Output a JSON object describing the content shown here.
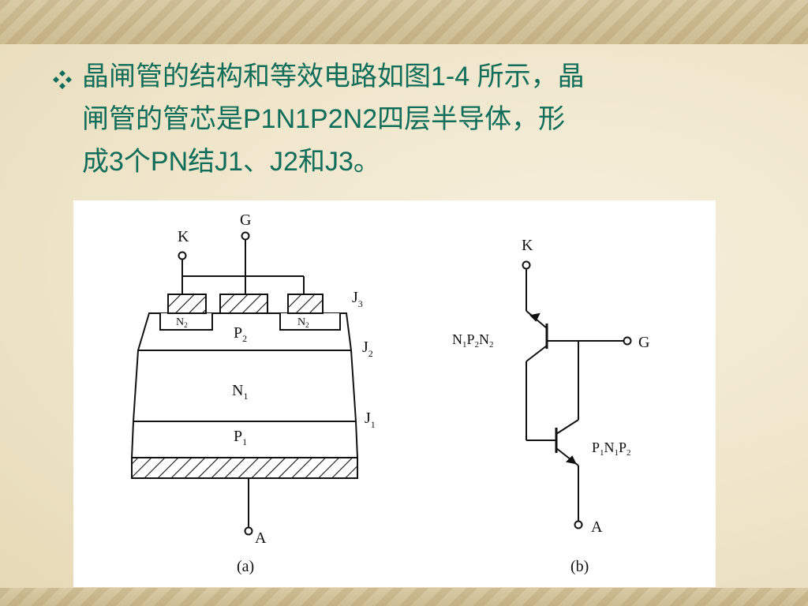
{
  "slide": {
    "lines": [
      "晶闸管的结构和等效电路如图1-4 所示，晶",
      "闸管的管芯是P1N1P2N2四层半导体，形",
      "成3个PN结J1、J2和J3。"
    ]
  },
  "figure_a": {
    "terminal_k": "K",
    "terminal_g": "G",
    "terminal_a": "A",
    "layer_p2": "P",
    "layer_p2_sub": "2",
    "layer_n1": "N",
    "layer_n1_sub": "1",
    "layer_p1": "P",
    "layer_p1_sub": "1",
    "region_n2_left": "N",
    "region_n2_left_sub": "2",
    "region_n2_right": "N",
    "region_n2_right_sub": "2",
    "junction_j3": "J",
    "junction_j3_sub": "3",
    "junction_j2": "J",
    "junction_j2_sub": "2",
    "junction_j1": "J",
    "junction_j1_sub": "1",
    "caption": "(a)"
  },
  "figure_b": {
    "terminal_k": "K",
    "terminal_g": "G",
    "terminal_a": "A",
    "upper_transistor": {
      "p1": "N",
      "s1": "1",
      "p2": "P",
      "s2": "2",
      "p3": "N",
      "s3": "2"
    },
    "lower_transistor": {
      "p1": "P",
      "s1": "1",
      "p2": "N",
      "s2": "1",
      "p3": "P",
      "s3": "2"
    },
    "caption": "(b)"
  },
  "colors": {
    "text": "#0f6d5a",
    "bullet": "#0f6d5a",
    "panel": "#ffffff",
    "ink": "#111111"
  },
  "icons": {
    "bullet": "four-diamond-bullet-icon"
  }
}
